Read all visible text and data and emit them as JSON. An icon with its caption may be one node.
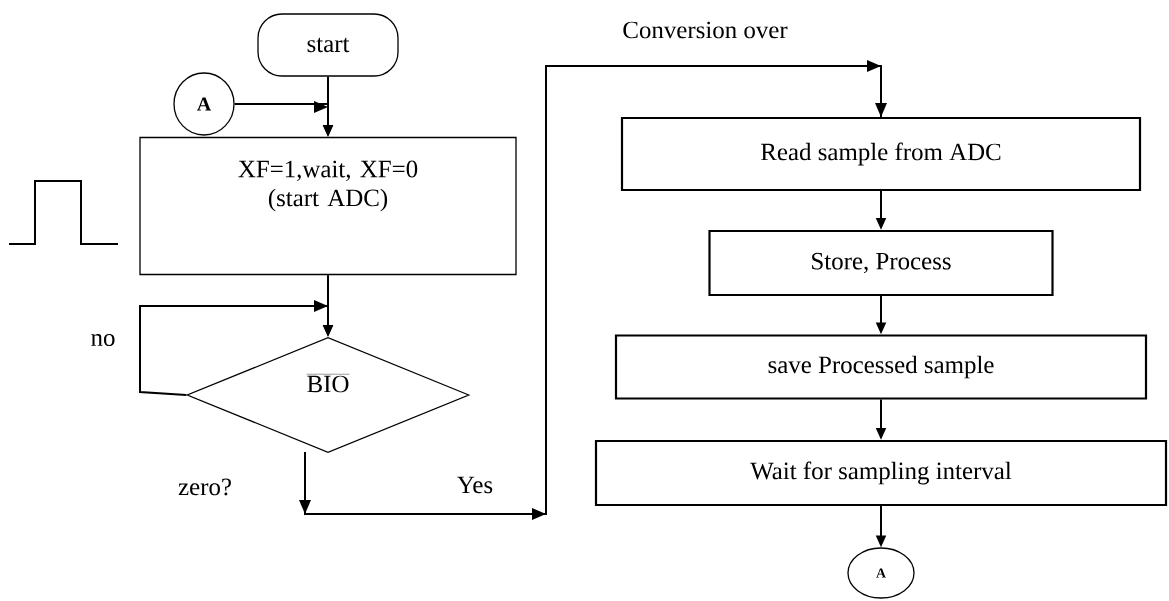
{
  "diagram": {
    "nodes": [
      {
        "text": [
          "start"
        ]
      },
      {
        "text": [
          "A"
        ]
      },
      {
        "text": [
          "XF=1,wait, XF=0 (start ADC)"
        ]
      },
      {
        "text": [
          "\\overline{\\mathrm{BIO}}"
        ],
        "beside": [
          "zero?"
        ]
      },
      {
        "text": [
          "Read sample from ADC"
        ]
      },
      {
        "text": [
          "Store, Process"
        ]
      },
      {
        "text": [
          "save Processed sample"
        ]
      },
      {
        "text": [
          "Wait for sampling interval"
        ]
      },
      {
        "text": [
          "A"
        ]
      }
    ],
    "edges": [
      {
        "from": 0,
        "to": 2,
        "arrow": "to"
      },
      {
        "from": 1,
        "to": 2,
        "arrow": "to"
      },
      {
        "from": 2,
        "to": 3,
        "arrow": "to"
      },
      {
        "from": 3,
        "to": 3,
        "arrow": "to",
        "label": "no"
      },
      {
        "from": 3,
        "to": 4,
        "arrow": "to",
        "label": "Yes"
      },
      {
        "from": 4,
        "to": 5,
        "arrow": "to"
      },
      {
        "from": 5,
        "to": 6,
        "arrow": "to"
      },
      {
        "from": 6,
        "to": 7,
        "arrow": "to"
      },
      {
        "from": 7,
        "to": 8,
        "arrow": "to"
      }
    ],
    "labels": [
      "Conversion over"
    ]
  }
}
